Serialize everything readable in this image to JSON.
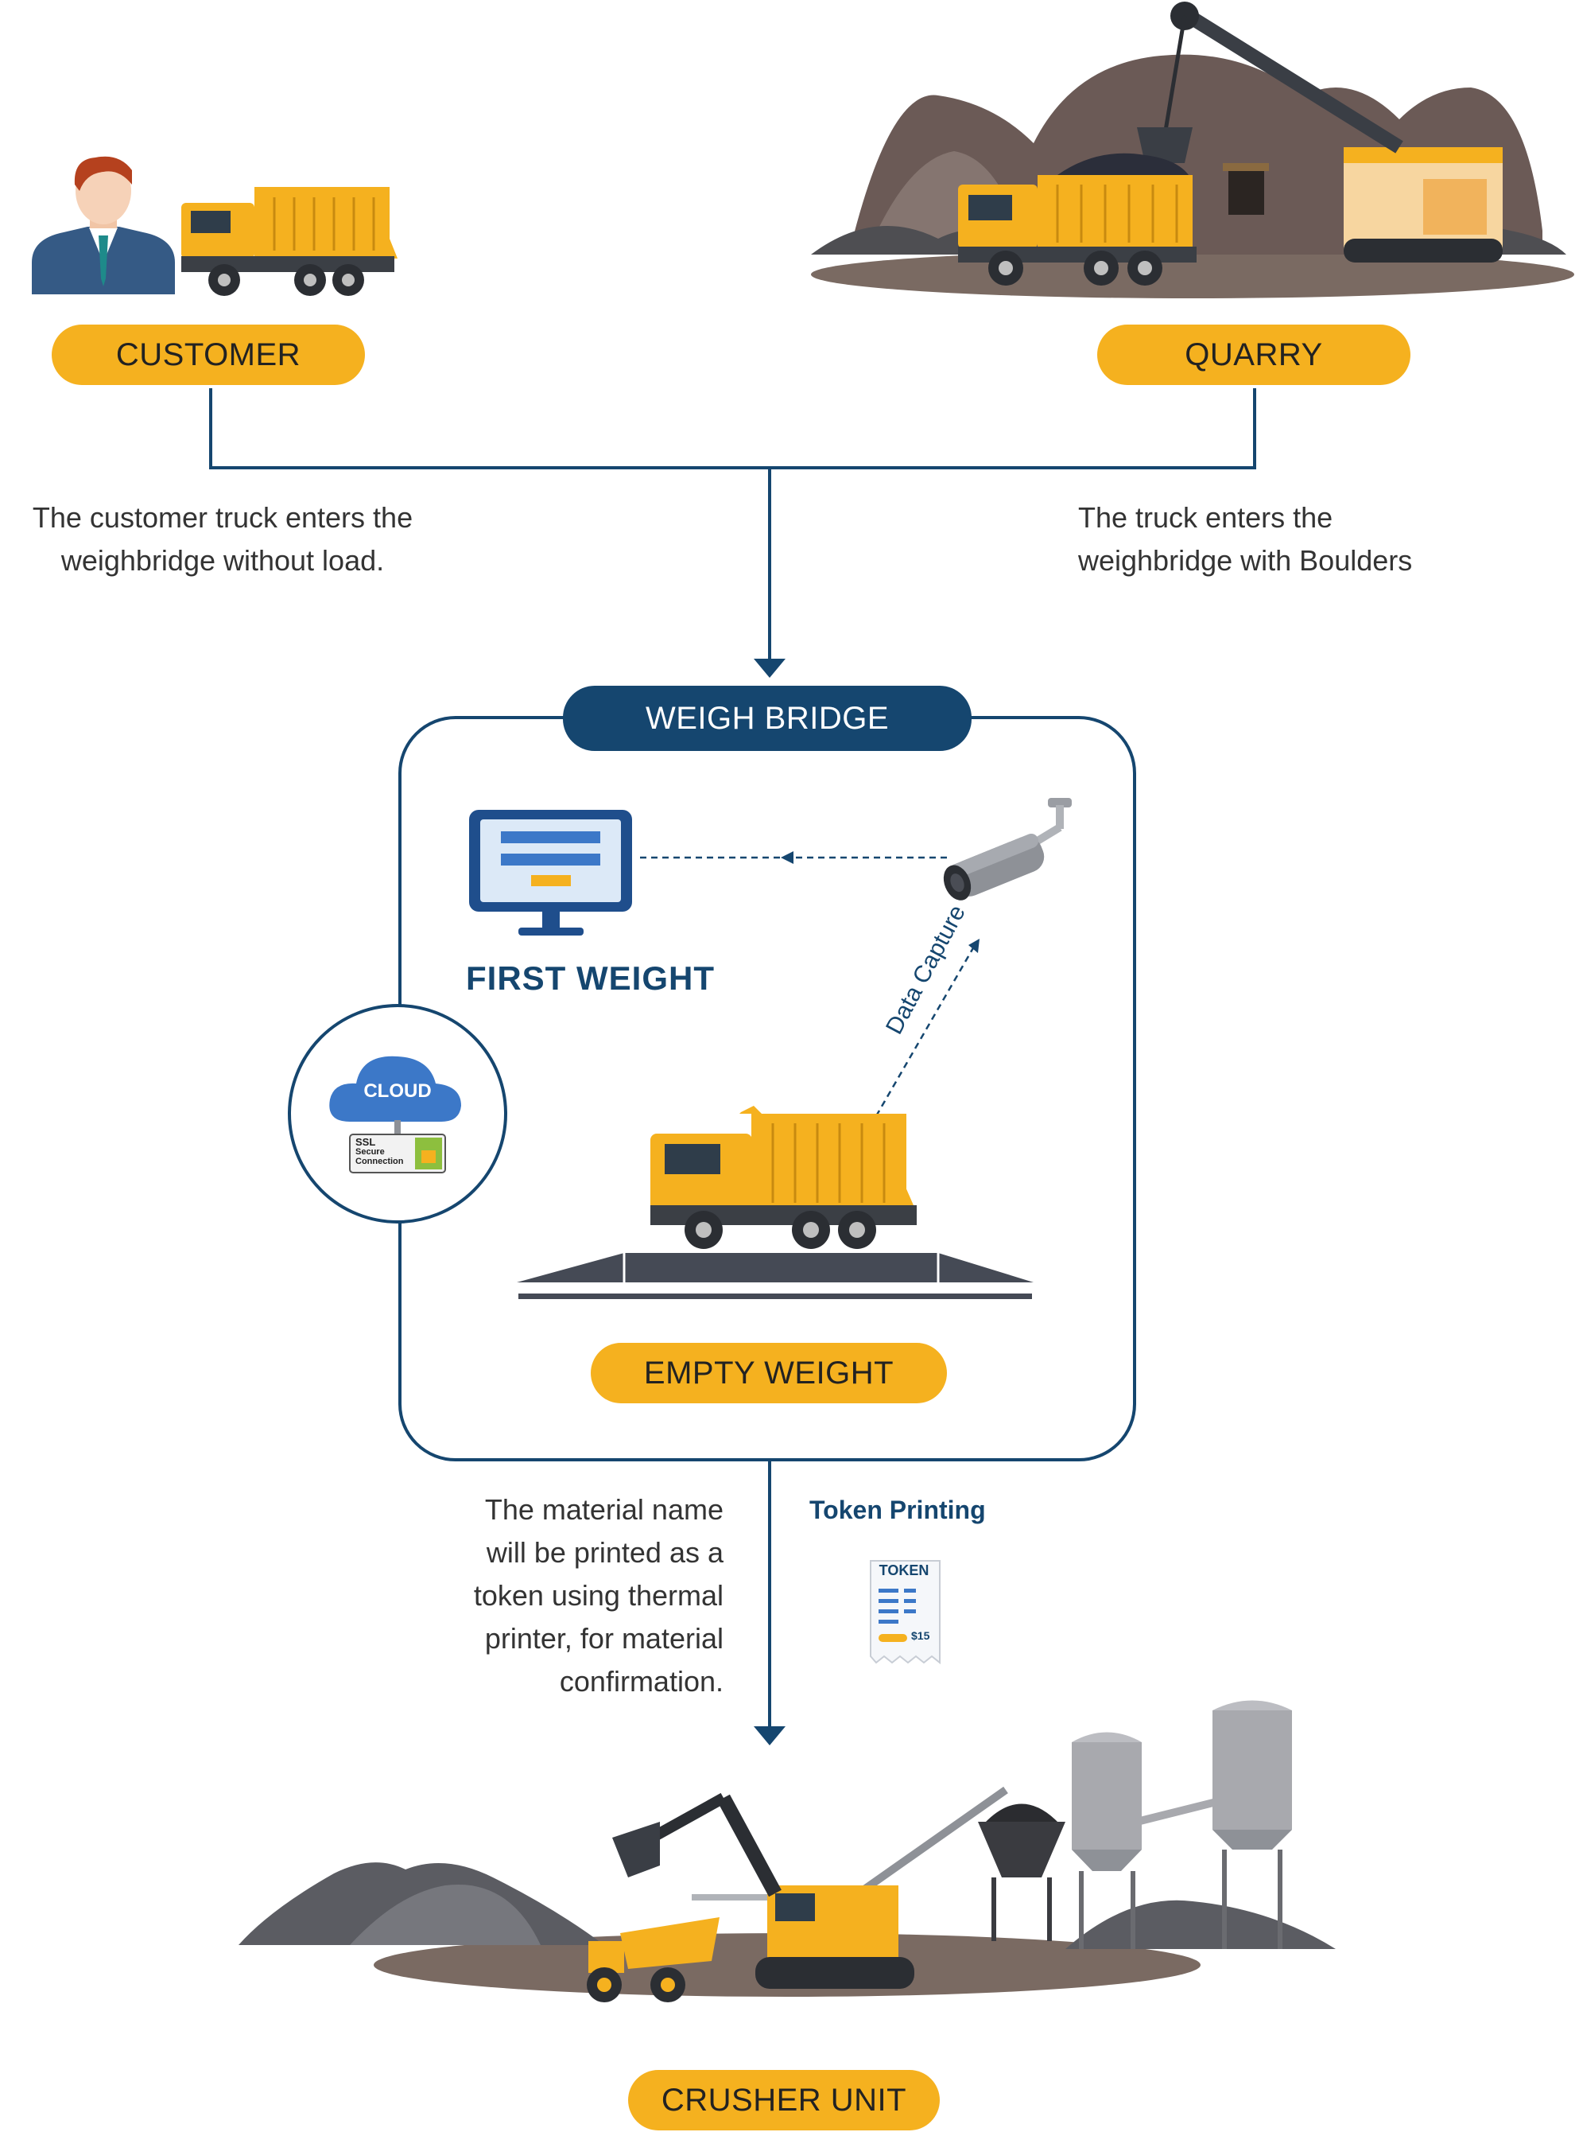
{
  "nodes": {
    "customer": "CUSTOMER",
    "quarry": "QUARRY",
    "weigh_bridge": "WEIGH BRIDGE",
    "empty_weight": "EMPTY WEIGHT",
    "crusher_unit": "CRUSHER UNIT"
  },
  "labels": {
    "first_weight": "FIRST WEIGHT",
    "data_capture": "Data Capture",
    "token_printing": "Token Printing",
    "cloud": "CLOUD",
    "ssl_line1": "SSL",
    "ssl_line2": "Secure",
    "ssl_line3": "Connection",
    "token": "TOKEN",
    "token_price": "$15"
  },
  "descriptions": {
    "customer_line1": "The customer truck enters the",
    "customer_line2": "weighbridge without load.",
    "quarry_line1": "The truck enters the",
    "quarry_line2": "weighbridge with Boulders",
    "token_line1": "The material name",
    "token_line2": "will be printed as a",
    "token_line3": "token using thermal",
    "token_line4": "printer, for material",
    "token_line5": "confirmation."
  },
  "colors": {
    "accent_yellow": "#F5B11F",
    "navy": "#15466F"
  }
}
